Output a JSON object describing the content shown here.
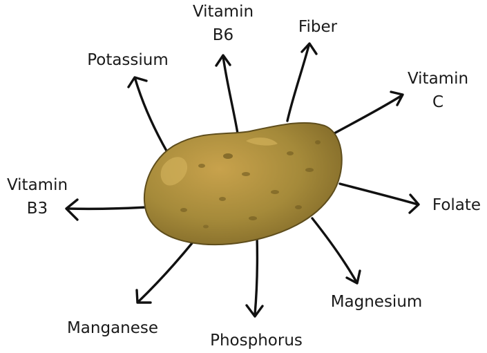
{
  "diagram": {
    "subject_icon": "potato-icon",
    "colors": {
      "potato_skin": "#a58a3a",
      "potato_highlight": "#c9a24e",
      "potato_shadow": "#7c6526",
      "arrow": "#111111",
      "text": "#1a1a1a"
    },
    "nutrients": [
      {
        "id": "vitamin-b6",
        "lines": [
          "Vitamin",
          "B6"
        ]
      },
      {
        "id": "fiber",
        "lines": [
          "Fiber"
        ]
      },
      {
        "id": "potassium",
        "lines": [
          "Potassium"
        ]
      },
      {
        "id": "vitamin-c",
        "lines": [
          "Vitamin",
          "C"
        ]
      },
      {
        "id": "vitamin-b3",
        "lines": [
          "Vitamin",
          "B3"
        ]
      },
      {
        "id": "folate",
        "lines": [
          "Folate"
        ]
      },
      {
        "id": "manganese",
        "lines": [
          "Manganese"
        ]
      },
      {
        "id": "magnesium",
        "lines": [
          "Magnesium"
        ]
      },
      {
        "id": "phosphorus",
        "lines": [
          "Phosphorus"
        ]
      }
    ]
  }
}
